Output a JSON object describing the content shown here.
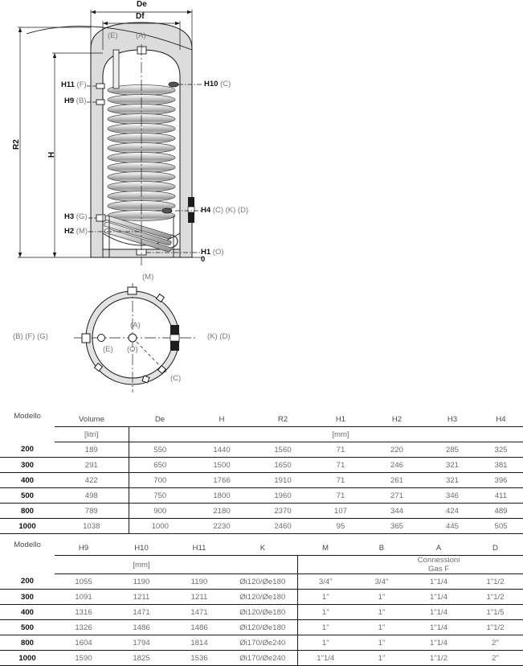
{
  "drawing": {
    "dimension_labels": [
      {
        "id": "De",
        "text": "De"
      },
      {
        "id": "Df",
        "text": "Df"
      },
      {
        "id": "R2",
        "text": "R2"
      },
      {
        "id": "H",
        "text": "H"
      }
    ],
    "side_view_ports": [
      {
        "id": "H11",
        "code": "H11",
        "refs": "(F)"
      },
      {
        "id": "H9",
        "code": "H9",
        "refs": "(B)"
      },
      {
        "id": "H10",
        "code": "H10",
        "refs": "(C)"
      },
      {
        "id": "H4",
        "code": "H4",
        "refs": "(C) (K) (D)"
      },
      {
        "id": "H3",
        "code": "H3",
        "refs": "(G)"
      },
      {
        "id": "H2",
        "code": "H2",
        "refs": "(M)"
      },
      {
        "id": "H1",
        "code": "H1",
        "refs": "(O)"
      },
      {
        "id": "zero",
        "code": "0",
        "refs": ""
      }
    ],
    "top_markers": [
      {
        "id": "E",
        "text": "(E)"
      },
      {
        "id": "A",
        "text": "(A)"
      }
    ],
    "top_view_markers": [
      {
        "id": "M",
        "text": "(M)"
      },
      {
        "id": "BFG",
        "text": "(B) (F) (G)"
      },
      {
        "id": "E",
        "text": "(E)"
      },
      {
        "id": "A",
        "text": "(A)"
      },
      {
        "id": "O",
        "text": "(O)"
      },
      {
        "id": "KD",
        "text": "(K) (D)"
      },
      {
        "id": "C",
        "text": "(C)"
      }
    ]
  },
  "table1": {
    "model_header": "Modello",
    "headers": [
      "Volume",
      "De",
      "H",
      "R2",
      "H1",
      "H2",
      "H3",
      "H4"
    ],
    "unit_volume": "[litri]",
    "unit_mm": "[mm]",
    "rows": [
      {
        "model": "200",
        "values": [
          "189",
          "550",
          "1440",
          "1560",
          "71",
          "220",
          "285",
          "325"
        ]
      },
      {
        "model": "300",
        "values": [
          "291",
          "650",
          "1500",
          "1650",
          "71",
          "246",
          "321",
          "381"
        ]
      },
      {
        "model": "400",
        "values": [
          "422",
          "700",
          "1766",
          "1910",
          "71",
          "261",
          "321",
          "396"
        ]
      },
      {
        "model": "500",
        "values": [
          "498",
          "750",
          "1800",
          "1960",
          "71",
          "271",
          "346",
          "411"
        ]
      },
      {
        "model": "800",
        "values": [
          "789",
          "900",
          "2180",
          "2370",
          "107",
          "344",
          "424",
          "489"
        ]
      },
      {
        "model": "1000",
        "values": [
          "1038",
          "1000",
          "2230",
          "2460",
          "95",
          "365",
          "445",
          "505"
        ]
      }
    ]
  },
  "table2": {
    "model_header": "Modello",
    "headers": [
      "H9",
      "H10",
      "H11",
      "K",
      "M",
      "B",
      "A",
      "D"
    ],
    "unit_mm": "[mm]",
    "unit_conn": "Connessioni Gas F",
    "rows": [
      {
        "model": "200",
        "values": [
          "1055",
          "1190",
          "1190",
          "Øi120/Øe180",
          "3/4\"",
          "3/4\"",
          "1\"1/4",
          "1\"1/2"
        ]
      },
      {
        "model": "300",
        "values": [
          "1091",
          "1211",
          "1211",
          "Øi120/Øe180",
          "1\"",
          "1\"",
          "1\"1/4",
          "1\"1/2"
        ]
      },
      {
        "model": "400",
        "values": [
          "1316",
          "1471",
          "1471",
          "Øi120/Øe180",
          "1\"",
          "1\"",
          "1\"1/4",
          "1\"1/5"
        ]
      },
      {
        "model": "500",
        "values": [
          "1326",
          "1486",
          "1486",
          "Øi120/Øe180",
          "1\"",
          "1\"",
          "1\"1/4",
          "1\"1/2"
        ]
      },
      {
        "model": "800",
        "values": [
          "1604",
          "1794",
          "1814",
          "Øi170/Øe240",
          "1\"",
          "1\"",
          "1\"1/4",
          "2\""
        ]
      },
      {
        "model": "1000",
        "values": [
          "1590",
          "1825",
          "1536",
          "Øi170/Øe240",
          "1\"1/4",
          "1\"",
          "1\"1/2",
          "2\""
        ]
      }
    ]
  },
  "colors": {
    "line": "#1a1a1a",
    "insulation": "#d9d9d9",
    "shell": "#f2f2f2",
    "coil": "#c8c8c8",
    "grey_text": "#6d6d6d"
  }
}
